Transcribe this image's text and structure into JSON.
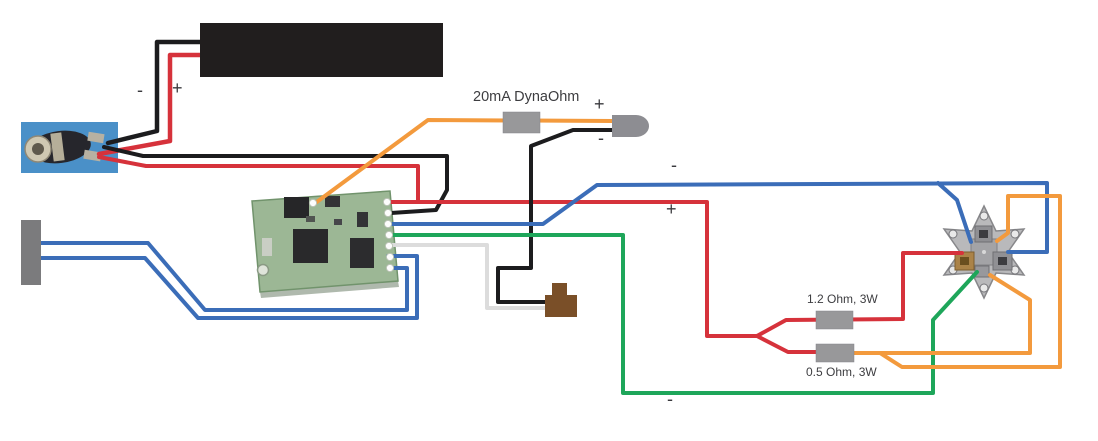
{
  "labels": {
    "battery_minus": "-",
    "battery_plus": "+",
    "dynaohm": "20mA DynaOhm",
    "led_plus": "+",
    "led_minus": "-",
    "bus_minus": "-",
    "bus_plus": "+",
    "resistor_top": "1.2 Ohm, 3W",
    "resistor_bottom": "0.5 Ohm, 3W",
    "bottom_minus": "-"
  },
  "colors": {
    "red": "#d6323b",
    "black": "#1c1c1e",
    "blue": "#3b6db8",
    "green": "#1ea65a",
    "orange": "#f39a3d",
    "white_wire": "#dcdcdc",
    "resistor": "#98989a",
    "battery": "#211e1e",
    "jack_bg": "#4a90c8",
    "brown": "#7a4f28",
    "led": "#8d8d92",
    "star": "#b9b9bb",
    "pcb": "#9cb795"
  },
  "components": {
    "battery": "battery-pack",
    "jack": "dc-barrel-jack",
    "pot": "potentiometer",
    "pcb": "led-driver-pcb",
    "dynaohm": "dynaohm-resistor",
    "indicator": "indicator-led",
    "connector": "brown-connector",
    "resistor1": "power-resistor-1.2ohm",
    "resistor2": "power-resistor-0.5ohm",
    "star": "led-star-module"
  }
}
